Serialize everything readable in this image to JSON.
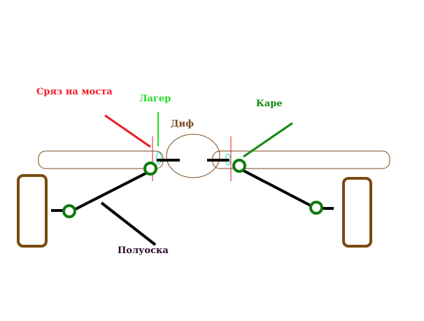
{
  "labels": {
    "cut": "Сряз на моста",
    "bearing": "Лагер",
    "diff": "Диф",
    "square": "Каре",
    "halfshaft": "Полуоска"
  },
  "colors": {
    "cut": "#ee1c24",
    "bearing": "#22dd22",
    "diff": "#7a4a1e",
    "square": "#118811",
    "halfshaft": "#2a0a2a",
    "wheel": "#7a4a10",
    "joint": "#0f7a0f"
  }
}
